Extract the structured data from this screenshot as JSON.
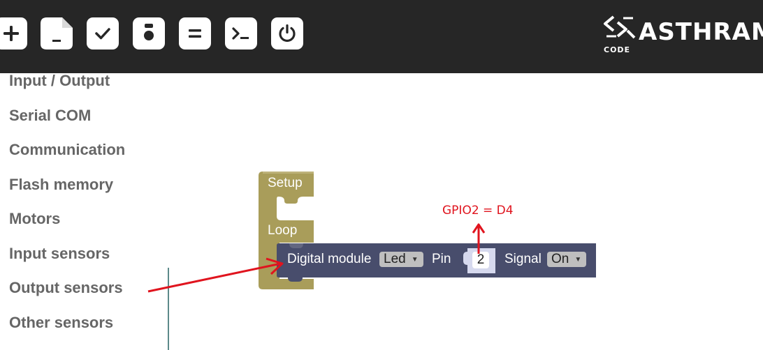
{
  "toolbar": {
    "buttons": [
      {
        "icon": "plus-icon"
      },
      {
        "icon": "file-icon"
      },
      {
        "icon": "check-icon"
      },
      {
        "icon": "camera-icon"
      },
      {
        "icon": "equals-icon"
      },
      {
        "icon": "terminal-icon"
      },
      {
        "icon": "power-icon"
      }
    ]
  },
  "logo": {
    "name": "ASTHRAM",
    "sub": "CODE"
  },
  "sidebar": {
    "categories": [
      "Input / Output",
      "Serial COM",
      "Communication",
      "Flash memory",
      "Motors",
      "Input sensors",
      "Output sensors",
      "Other sensors"
    ]
  },
  "workspace": {
    "setup_block": {
      "setup_label": "Setup",
      "loop_label": "Loop",
      "color": "#a99d5a"
    },
    "digital_block": {
      "label": "Digital module",
      "module_value": "Led",
      "pin_label": "Pin",
      "pin_value": "2",
      "signal_label": "Signal",
      "signal_value": "On",
      "color": "#484d6c"
    },
    "annotation": "GPIO2 = D4"
  },
  "colors": {
    "toolbar_bg": "#262626",
    "annotation": "#e0141e",
    "category_text": "#666666"
  }
}
